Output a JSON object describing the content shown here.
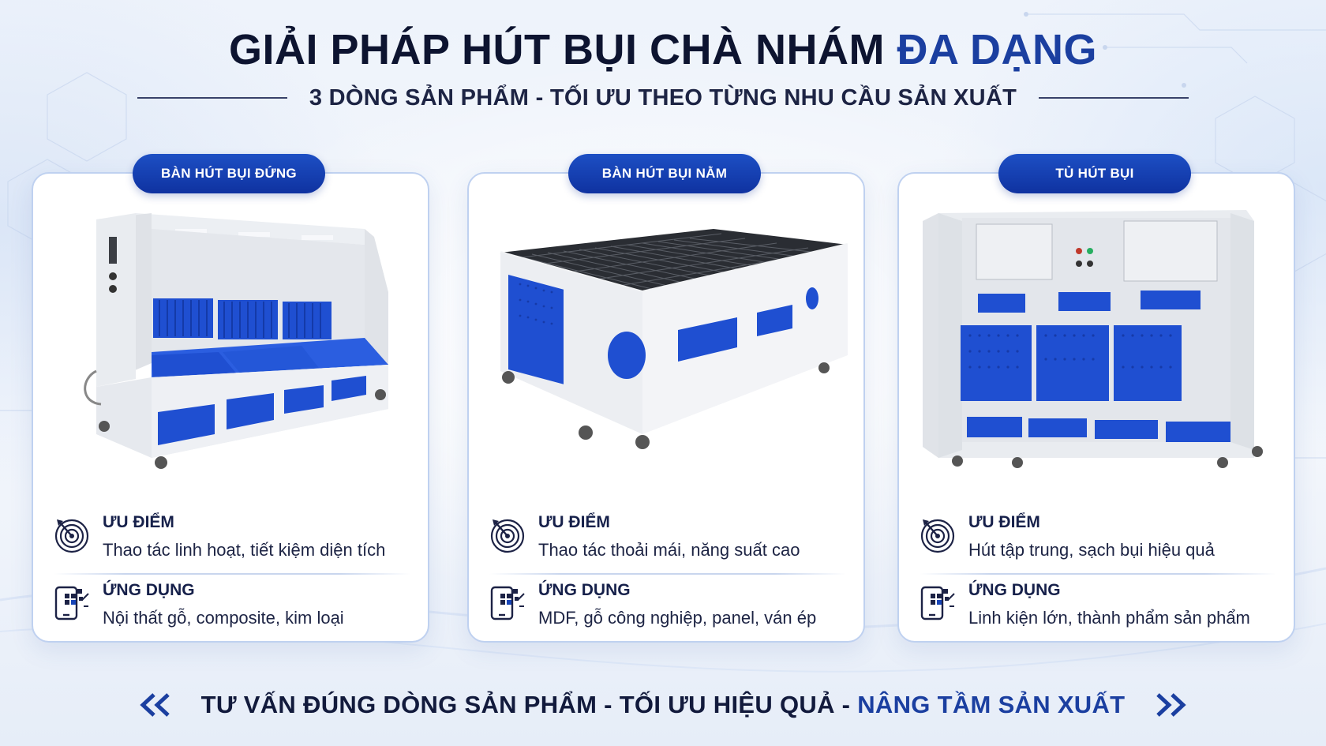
{
  "header": {
    "title_main": "GIẢI PHÁP HÚT BỤI CHÀ NHÁM",
    "title_highlight": "ĐA DẠNG",
    "subtitle": "3 DÒNG SẢN PHẨM - TỐI ƯU THEO TỪNG NHU CẦU SẢN XUẤT"
  },
  "products": [
    {
      "name": "BÀN HÚT BỤI ĐỨNG",
      "advantage_label": "ƯU ĐIỂM",
      "advantage": "Thao tác linh hoạt, tiết kiệm diện tích",
      "application_label": "ỨNG DỤNG",
      "application": "Nội thất gỗ, composite, kim loại"
    },
    {
      "name": "BÀN HÚT BỤI NẰM",
      "advantage_label": "ƯU ĐIỂM",
      "advantage": "Thao tác thoải mái, năng suất cao",
      "application_label": "ỨNG DỤNG",
      "application": "MDF, gỗ công nghiệp, panel, ván ép"
    },
    {
      "name": "TỦ HÚT BỤI",
      "advantage_label": "ƯU ĐIỂM",
      "advantage": "Hút tập trung, sạch bụi hiệu quả",
      "application_label": "ỨNG DỤNG",
      "application": "Linh kiện lớn, thành phẩm sản phẩm"
    }
  ],
  "footer": {
    "text_main": "TƯ VẤN ĐÚNG DÒNG SẢN PHẨM - TỐI ƯU HIỆU QUẢ -",
    "text_highlight": "NÂNG TẦM SẢN XUẤT"
  },
  "icons": {
    "advantage": "target-icon",
    "application": "device-app-icon",
    "left_arrow": "double-chevron-left-icon",
    "right_arrow": "double-chevron-right-icon"
  },
  "colors": {
    "accent": "#1b3fa0",
    "pill": "#1745b8",
    "machine_blue": "#1f4fd1",
    "text": "#121a3c"
  }
}
